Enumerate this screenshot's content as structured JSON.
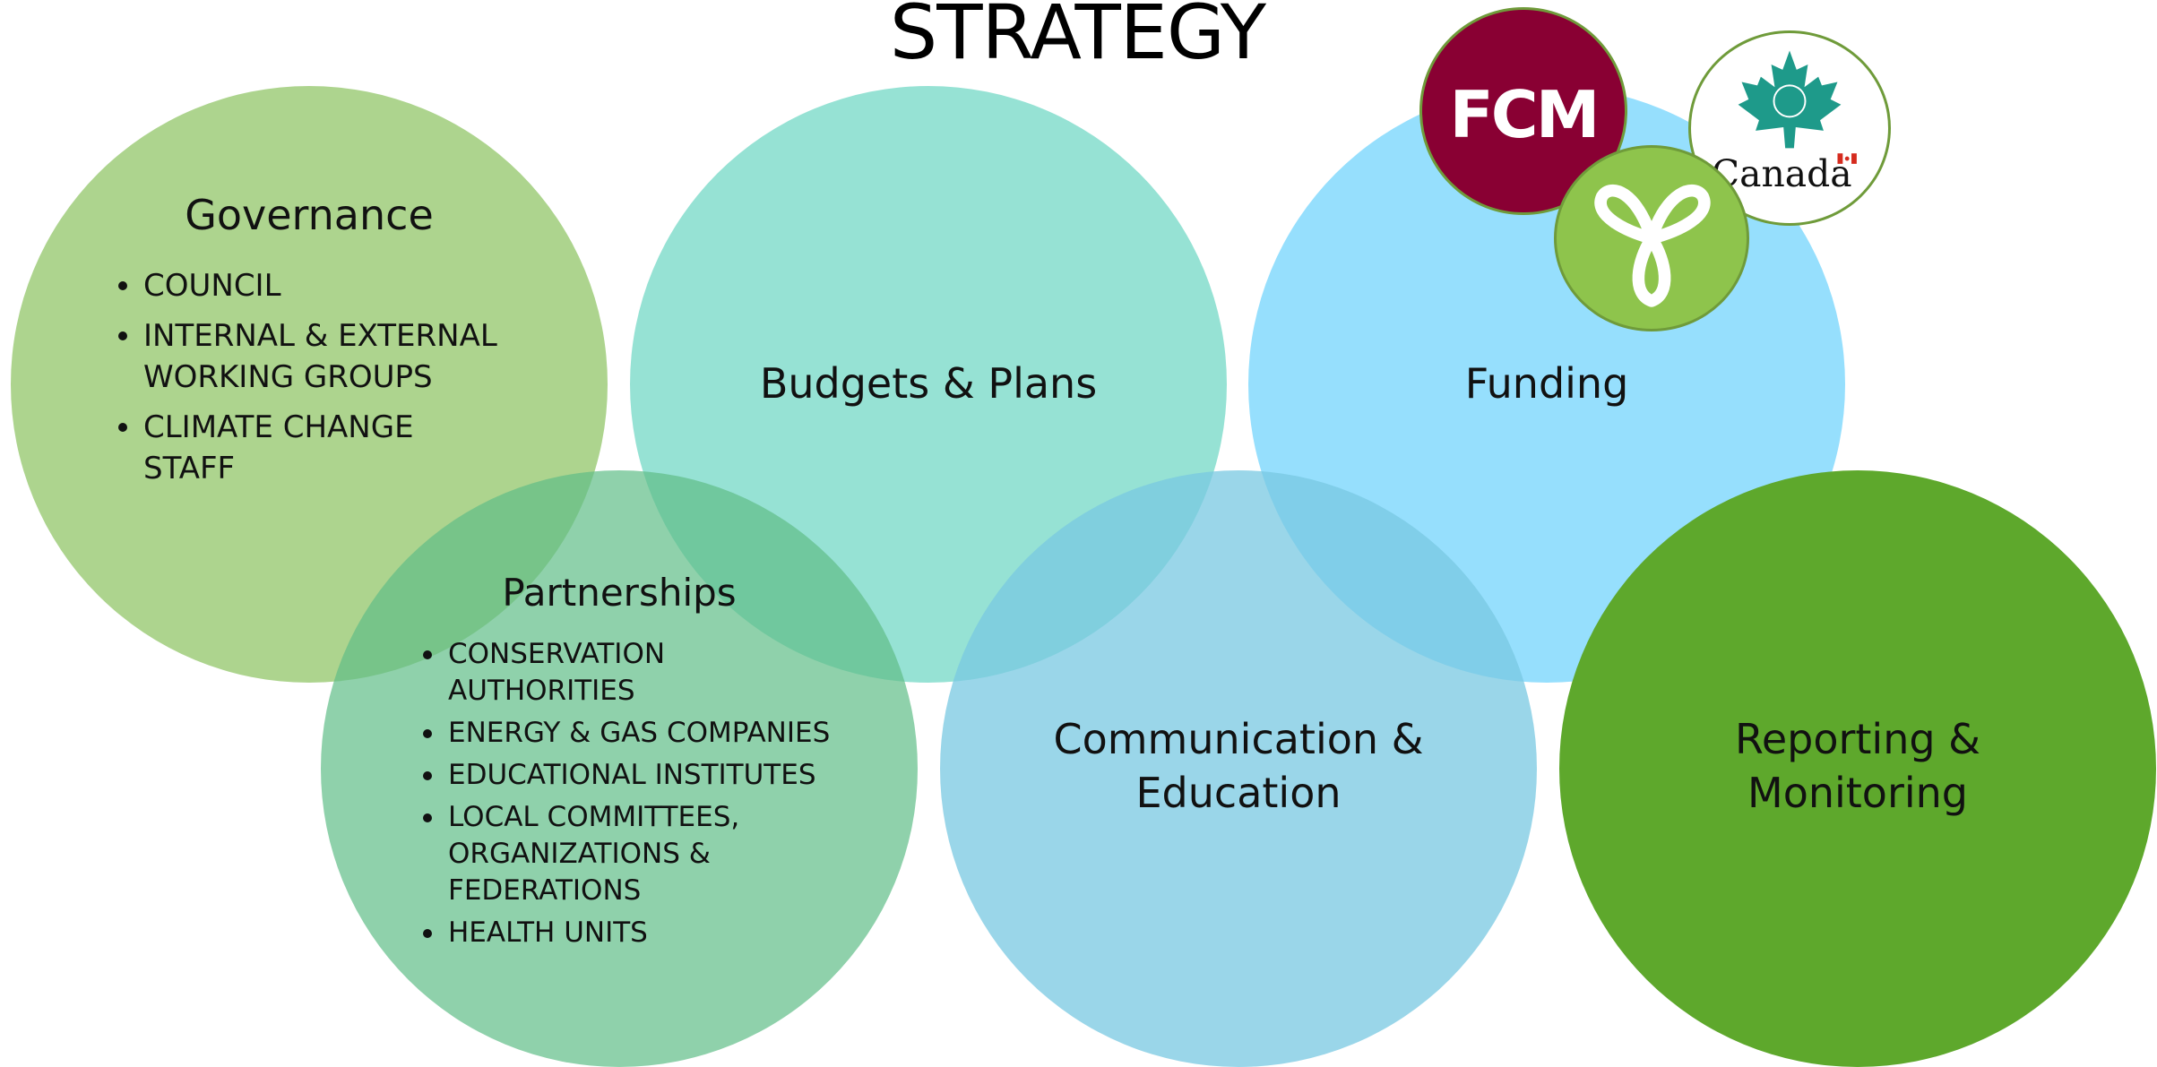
{
  "title": "STRATEGY",
  "governance": {
    "heading": "Governance",
    "items": [
      "COUNCIL",
      "INTERNAL & EXTERNAL WORKING GROUPS",
      "CLIMATE CHANGE STAFF"
    ]
  },
  "budgets": {
    "heading": "Budgets & Plans"
  },
  "funding": {
    "heading": "Funding"
  },
  "partnerships": {
    "heading": "Partnerships",
    "items": [
      "CONSERVATION AUTHORITIES",
      "ENERGY & GAS COMPANIES",
      "EDUCATIONAL INSTITUTES",
      "LOCAL COMMITTEES, ORGANIZATIONS & FEDERATIONS",
      "HEALTH UNITS"
    ]
  },
  "communication": {
    "heading": "Communication & Education"
  },
  "reporting": {
    "heading": "Reporting & Monitoring"
  },
  "logos": {
    "fcm": {
      "text": "FCM",
      "icon": "fcm-logo-icon"
    },
    "ontario": {
      "icon": "ontario-trillium-icon"
    },
    "canada": {
      "text": "Canada",
      "icon": "canada-maple-leaf-icon"
    }
  },
  "colors": {
    "governance": "#96c86e",
    "budgets": "#78dac8",
    "funding": "#78d6fc",
    "partnerships": "#60be88",
    "communication": "#78c8e2",
    "reporting": "#5ea82c",
    "fcm": "#890033",
    "ontario": "#8ec44c",
    "canada_leaf": "#1e9a8a"
  }
}
